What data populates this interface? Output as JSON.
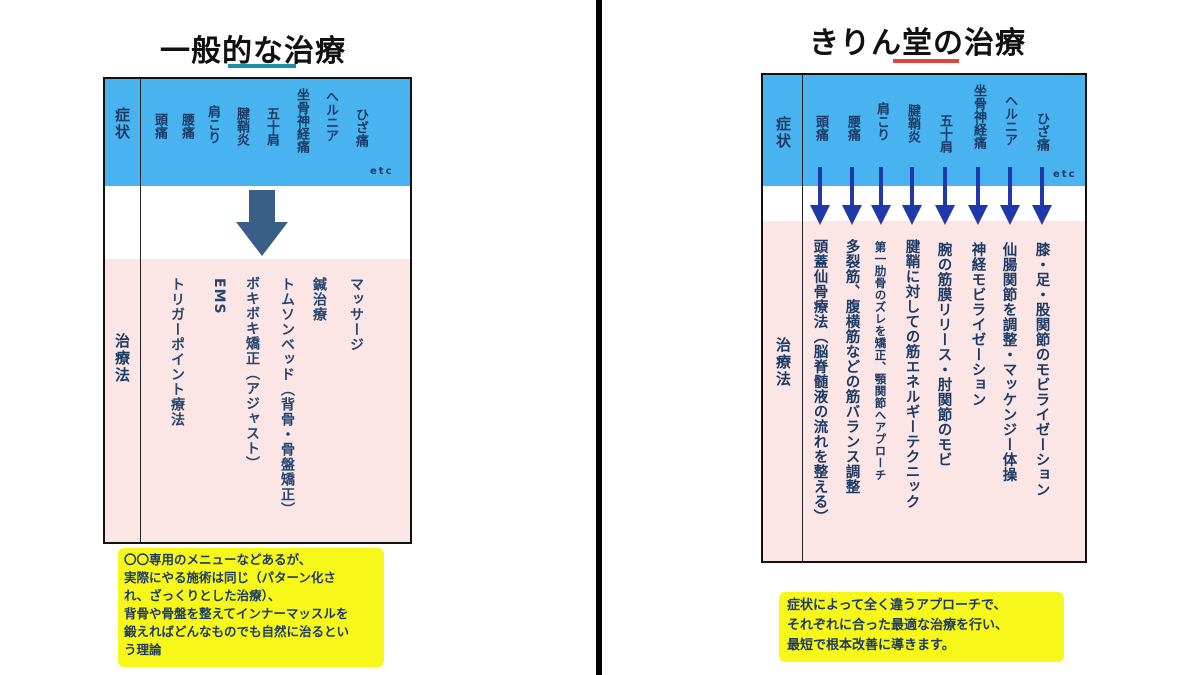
{
  "left": {
    "title": "一般的な治療",
    "underline_color": "#1b8fa3",
    "symptom_label": "症状",
    "method_label": "治療法",
    "symptoms": [
      "頭痛",
      "腰痛",
      "肩こり",
      "腱鞘炎",
      "五十肩",
      "坐骨神経痛",
      "ヘルニア",
      "ひざ痛"
    ],
    "etc": "etc",
    "treatments": [
      "マッサージ",
      "鍼治療",
      "トムソンベッド（背骨・骨盤矯正）",
      "ボキボキ矯正（アジャスト）",
      "EMS",
      "トリガーポイント療法"
    ],
    "note_lines": [
      "〇〇専用のメニューなどあるが、",
      "実際にやる施術は同じ（パターン化さ",
      "れ、ざっくりとした治療）、",
      "背骨や骨盤を整えてインナーマッスルを",
      "鍛えればどんなものでも自然に治るとい",
      "う理論"
    ],
    "arrow_color": "#3a5f87"
  },
  "right": {
    "title": "きりん堂の治療",
    "underline_color": "#e0453f",
    "symptom_label": "症状",
    "method_label": "治療法",
    "symptoms": [
      "頭痛",
      "腰痛",
      "肩こり",
      "腱鞘炎",
      "五十肩",
      "坐骨神経痛",
      "ヘルニア",
      "ひざ痛"
    ],
    "etc": "etc",
    "treatments": [
      "頭蓋仙骨療法（脳脊髄液の流れを整える）",
      "多裂筋、腹横筋などの筋バランス調整",
      "第一肋骨のズレを矯正、顎関節へアプローチ",
      "腱鞘に対しての筋エネルギーテクニック",
      "腕の筋膜リリース・肘関節のモビ",
      "神経モビライゼーション",
      "仙腸関節を調整・マッケンジー体操",
      "膝・足・股関節のモビライゼーション"
    ],
    "note_lines": [
      "症状によって全く違うアプローチで、",
      "それぞれに合った最適な治療を行い、",
      "最短で根本改善に導きます。"
    ],
    "arrow_color": "#1f3aa8"
  },
  "colors": {
    "header_band": "#49b3f0",
    "body_band": "#fbe6e5",
    "note_bg": "#f7f71a"
  }
}
